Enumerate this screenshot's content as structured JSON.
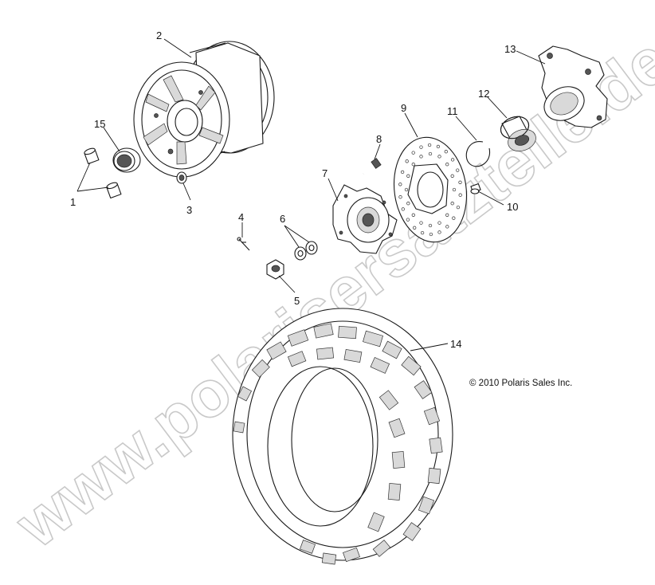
{
  "watermark": "www.polarisersatzteile.de",
  "copyright": "© 2010 Polaris Sales Inc.",
  "callouts": {
    "c1": "1",
    "c2": "2",
    "c3": "3",
    "c4": "4",
    "c5": "5",
    "c6": "6",
    "c7": "7",
    "c8": "8",
    "c9": "9",
    "c10": "10",
    "c11": "11",
    "c12": "12",
    "c13": "13",
    "c14": "14",
    "c15": "15"
  }
}
